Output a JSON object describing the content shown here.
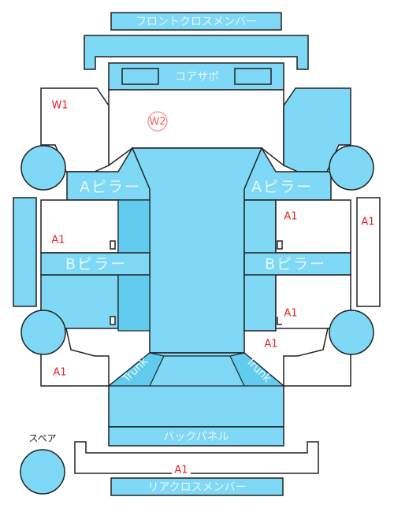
{
  "parts": {
    "front_cross_member": "フロントクロスメンバー",
    "core_support": "コアサポ",
    "a_pillar_left": "Aピラー",
    "a_pillar_right": "Aピラー",
    "b_pillar_left": "Bピラー",
    "b_pillar_right": "Bピラー",
    "back_panel": "バックパネル",
    "rear_cross_member": "リアクロスメンバー",
    "trunk_left": "Trunk",
    "trunk_right": "Trunk",
    "spare": "スペア"
  },
  "damage_codes": {
    "front_left_apron": "W1",
    "hood": "W2",
    "right_rocker_outside": "A1",
    "left_front_door": "A1",
    "right_front_door": "A1",
    "right_rear_door": "A1",
    "right_rear_quarter": "A1",
    "left_rear_quarter": "A1",
    "rear_bumper": "A1"
  },
  "colors": {
    "panel": "#7fd8f6",
    "panel_dark": "#62ccee",
    "damage_code": "#e8202a"
  }
}
